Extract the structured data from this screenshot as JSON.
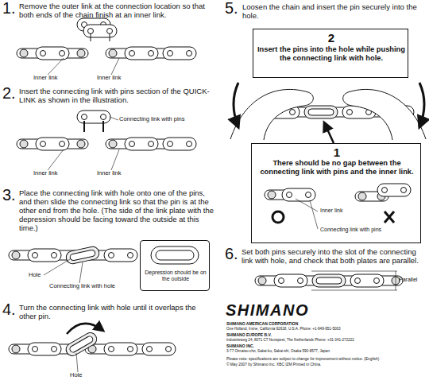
{
  "diagram": {
    "nodes": [
      {
        "text": [
          "Depression should be on the outside"
        ]
      },
      {
        "text": [
          "2",
          "Insert the pins into the hole while pushing the connecting link with hole."
        ]
      },
      {
        "text": [
          "1",
          "There should be no gap between the connecting link with pins and the inner link.",
          "Inner link",
          "Connecting link with pins"
        ]
      }
    ],
    "labels": [
      "1.",
      "Remove the outer link at the connection location so that both ends of the chain finish at an inner link.",
      "Inner link",
      "Inner link",
      "2.",
      "Insert the connecting link with pins section of the QUICK-LINK as shown in the illustration.",
      "Connecting link with pins",
      "Inner link",
      "Inner link",
      "3.",
      "Place the connecting link with hole onto one of the pins, and then slide the connecting link so that the pin is at the other end from the hole. (The side of the link plate with the depression should be facing toward the outside at this time.)",
      "Hole",
      "Connecting link with hole",
      "4.",
      "Turn the connecting link with hole until it overlaps the other pin.",
      "Hole",
      "5.",
      "Loosen the chain and insert the pin securely into the hole.",
      "6.",
      "Set both pins securely into the slot of the connecting link with hole, and check that both plates are parallel.",
      "Parallel",
      "SHIMANO",
      "SHIMANO AMERICAN CORPORATION",
      "One Holland, Irvine, California 92618, U.S.A. Phone: +1-949-951-5003",
      "SHIMANO EUROPE B.V.",
      "Industrieweg 24, 8071 CT Nunspeet, The Netherlands Phone: +31-341-272222",
      "SHIMANO INC.",
      "3-77 Oimatsu-cho, Sakai-ku, Sakai-shi, Osaka 590-8577, Japan",
      "Please note: specifications are subject to change for improvement without notice. (English)",
      "© May 2007 by Shimano Inc. XBC IZM Printed in China."
    ]
  }
}
